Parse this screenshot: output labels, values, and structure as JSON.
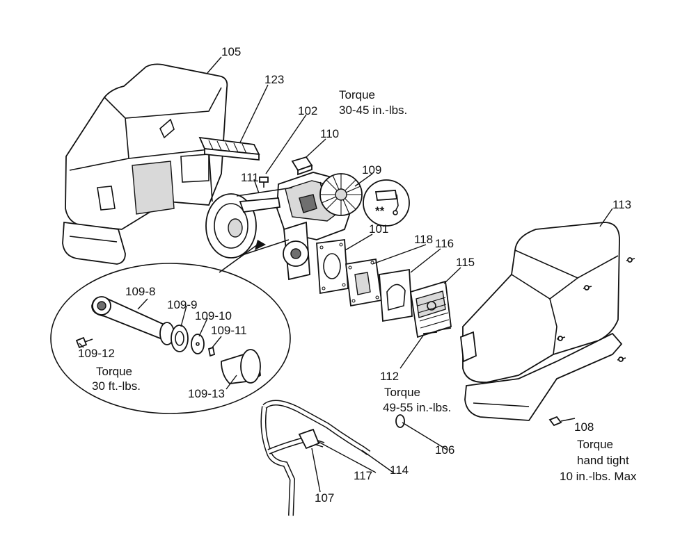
{
  "callouts": {
    "p101": "101",
    "p102": "102",
    "p105": "105",
    "p106": "106",
    "p107": "107",
    "p108": "108",
    "p109": "109",
    "p109_8": "109-8",
    "p109_9": "109-9",
    "p109_10": "109-10",
    "p109_11": "109-11",
    "p109_12": "109-12",
    "p109_13": "109-13",
    "p110": "110",
    "p111": "111",
    "p112": "112",
    "p113": "113",
    "p114": "114",
    "p115": "115",
    "p116": "116",
    "p117": "117",
    "p118": "118",
    "p123": "123",
    "double_star": "**"
  },
  "torque_notes": {
    "top": {
      "title": "Torque",
      "value": "30-45 in.-lbs."
    },
    "rod": {
      "title": "Torque",
      "value": "30 ft.-lbs."
    },
    "head": {
      "title": "Torque",
      "value": "49-55 in.-lbs."
    },
    "shroud": {
      "title": "Torque",
      "value": "hand tight",
      "max": "10 in.-lbs. Max"
    }
  }
}
